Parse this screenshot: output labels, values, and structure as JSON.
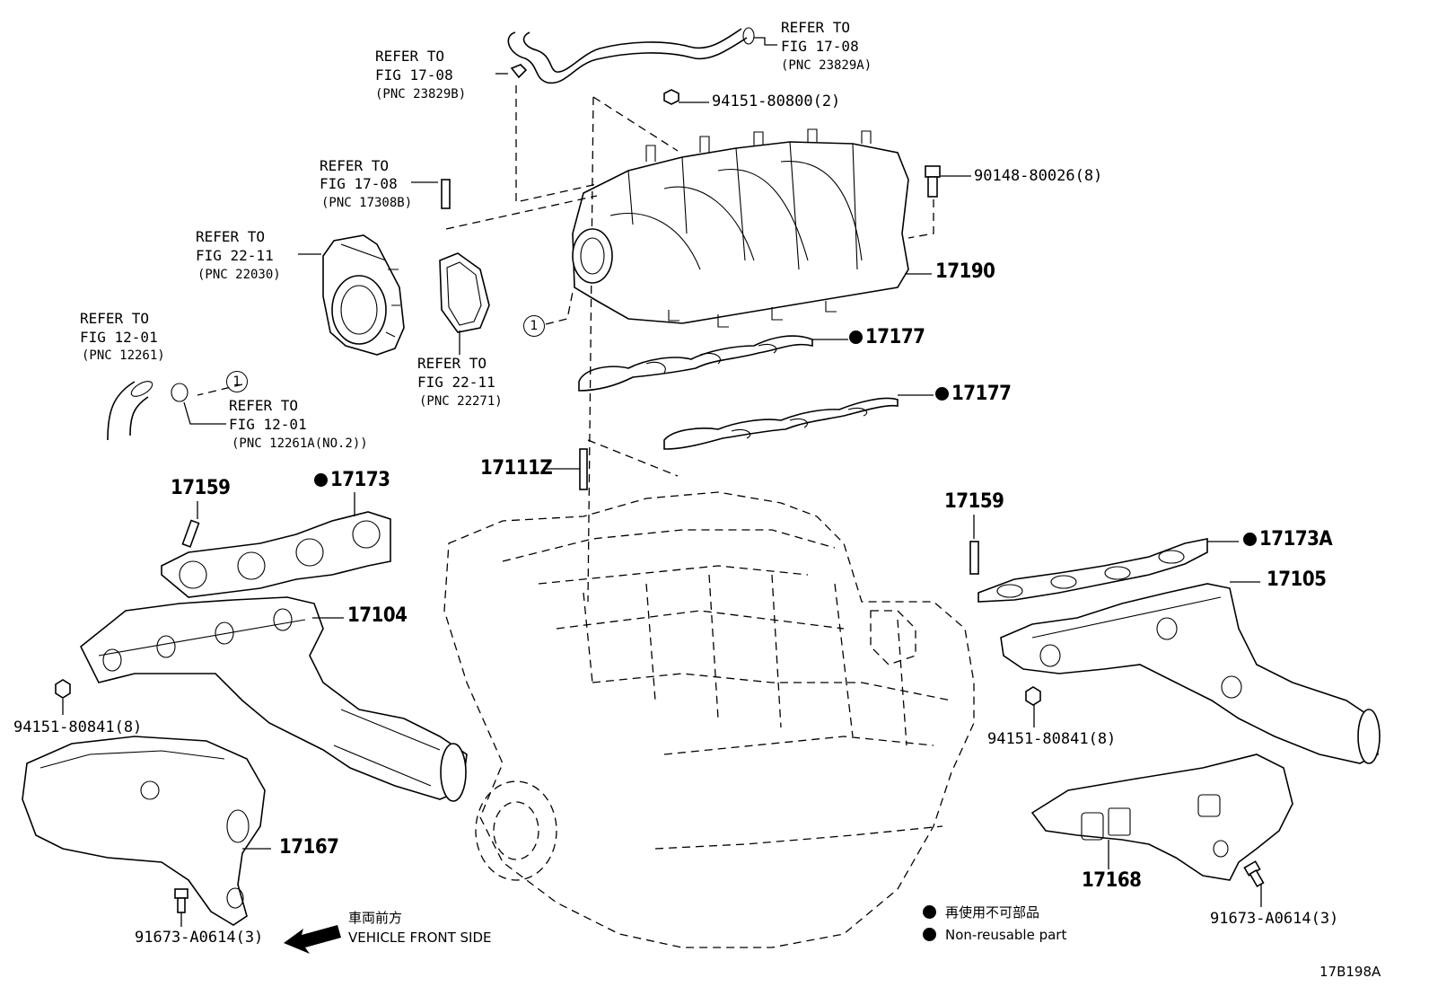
{
  "labels": {
    "ref_1708_b_line1": "REFER TO",
    "ref_1708_b_line2": "FIG 17-08",
    "ref_1708_b_pnc": "(PNC 23829B)",
    "ref_1708_a_line1": "REFER TO",
    "ref_1708_a_line2": "FIG 17-08",
    "ref_1708_a_pnc": "(PNC 23829A)",
    "ref_1708_c_line1": "REFER TO",
    "ref_1708_c_line2": "FIG 17-08",
    "ref_1708_c_pnc": "(PNC 17308B)",
    "ref_2211_a_line1": "REFER TO",
    "ref_2211_a_line2": "FIG 22-11",
    "ref_2211_a_pnc": "(PNC 22030)",
    "ref_2211_b_line1": "REFER TO",
    "ref_2211_b_line2": "FIG 22-11",
    "ref_2211_b_pnc": "(PNC 22271)",
    "ref_1201_a_line1": "REFER TO",
    "ref_1201_a_line2": "FIG 12-01",
    "ref_1201_a_pnc": "(PNC 12261)",
    "ref_1201_b_line1": "REFER TO",
    "ref_1201_b_line2": "FIG 12-01",
    "ref_1201_b_pnc": "(PNC 12261A(NO.2))",
    "nut_top": "94151-80800(2)",
    "bolt_top": "90148-80026(8)",
    "part_17190": "17190",
    "part_17177_a": "17177",
    "part_17177_b": "17177",
    "part_17111z": "17111Z",
    "part_17159_left": "17159",
    "part_17173": "17173",
    "part_17104": "17104",
    "nut_left": "94151-80841(8)",
    "part_17167": "17167",
    "bolt_left": "91673-A0614(3)",
    "part_17159_right": "17159",
    "part_17173a": "17173A",
    "part_17105": "17105",
    "nut_right": "94151-80841(8)",
    "part_17168": "17168",
    "bolt_right": "91673-A0614(3)",
    "circle_ref": "1",
    "front_jp": "車両前方",
    "front_en": "VEHICLE FRONT SIDE",
    "legend_jp": "再使用不可部品",
    "legend_en": "Non-reusable part",
    "figure_id": "17B198A"
  }
}
